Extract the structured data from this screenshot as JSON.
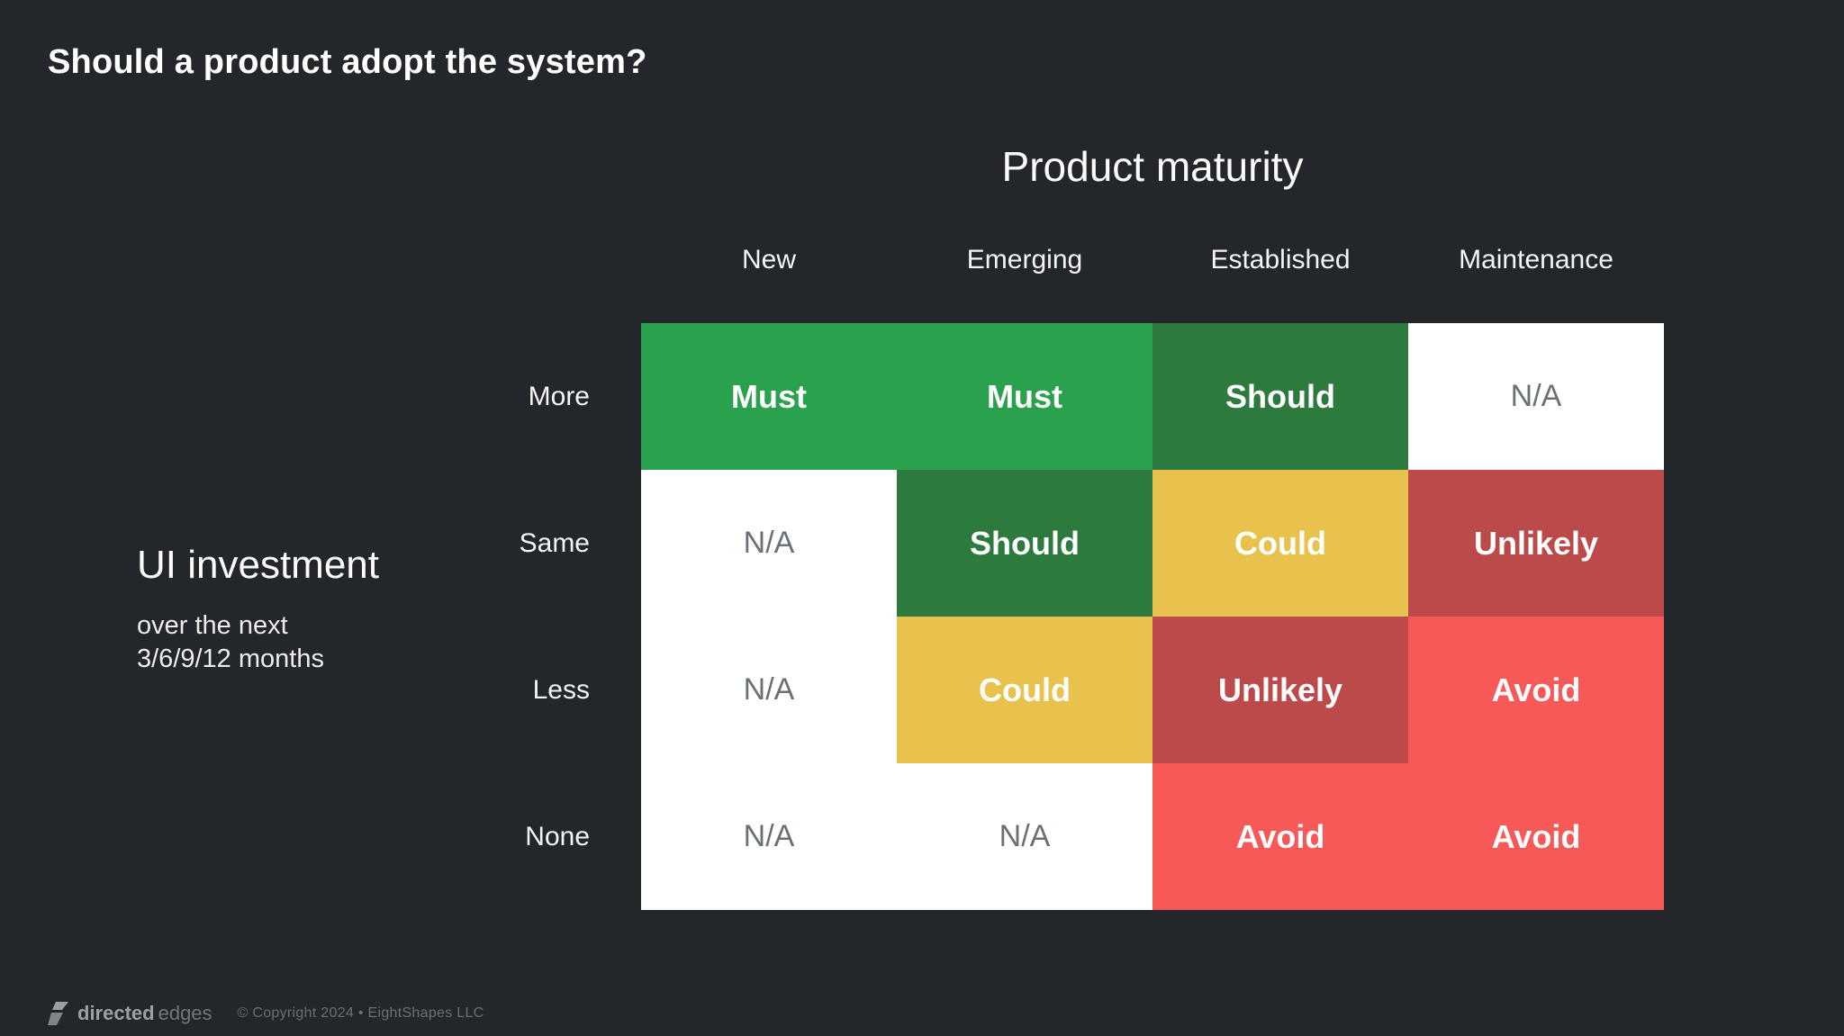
{
  "title": "Should a product adopt the system?",
  "matrix": {
    "column_axis_title": "Product maturity",
    "row_axis_title": "UI investment",
    "row_axis_subtitle_line1": "over the next",
    "row_axis_subtitle_line2": "3/6/9/12 months",
    "columns": [
      "New",
      "Emerging",
      "Established",
      "Maintenance"
    ],
    "rows": [
      "More",
      "Same",
      "Less",
      "None"
    ],
    "cells": [
      [
        {
          "label": "Must",
          "color": "green"
        },
        {
          "label": "Must",
          "color": "green"
        },
        {
          "label": "Should",
          "color": "dark_green"
        },
        {
          "label": "N/A",
          "color": "white"
        }
      ],
      [
        {
          "label": "N/A",
          "color": "white"
        },
        {
          "label": "Should",
          "color": "dark_green"
        },
        {
          "label": "Could",
          "color": "yellow"
        },
        {
          "label": "Unlikely",
          "color": "brick"
        }
      ],
      [
        {
          "label": "N/A",
          "color": "white"
        },
        {
          "label": "Could",
          "color": "yellow"
        },
        {
          "label": "Unlikely",
          "color": "brick"
        },
        {
          "label": "Avoid",
          "color": "red"
        }
      ],
      [
        {
          "label": "N/A",
          "color": "white"
        },
        {
          "label": "N/A",
          "color": "white"
        },
        {
          "label": "Avoid",
          "color": "red"
        },
        {
          "label": "Avoid",
          "color": "red"
        }
      ]
    ]
  },
  "colors": {
    "background": "#23272b",
    "green": "#2aa14c",
    "dark_green": "#2d7a3f",
    "yellow": "#e8c24c",
    "brick": "#bc4a4a",
    "red": "#f75858",
    "white": "#ffffff",
    "cell_text": "#ffffff",
    "na_text": "#697076"
  },
  "footer": {
    "brand_bold": "directed",
    "brand_light": "edges",
    "copyright": "© Copyright 2024 • EightShapes LLC"
  }
}
